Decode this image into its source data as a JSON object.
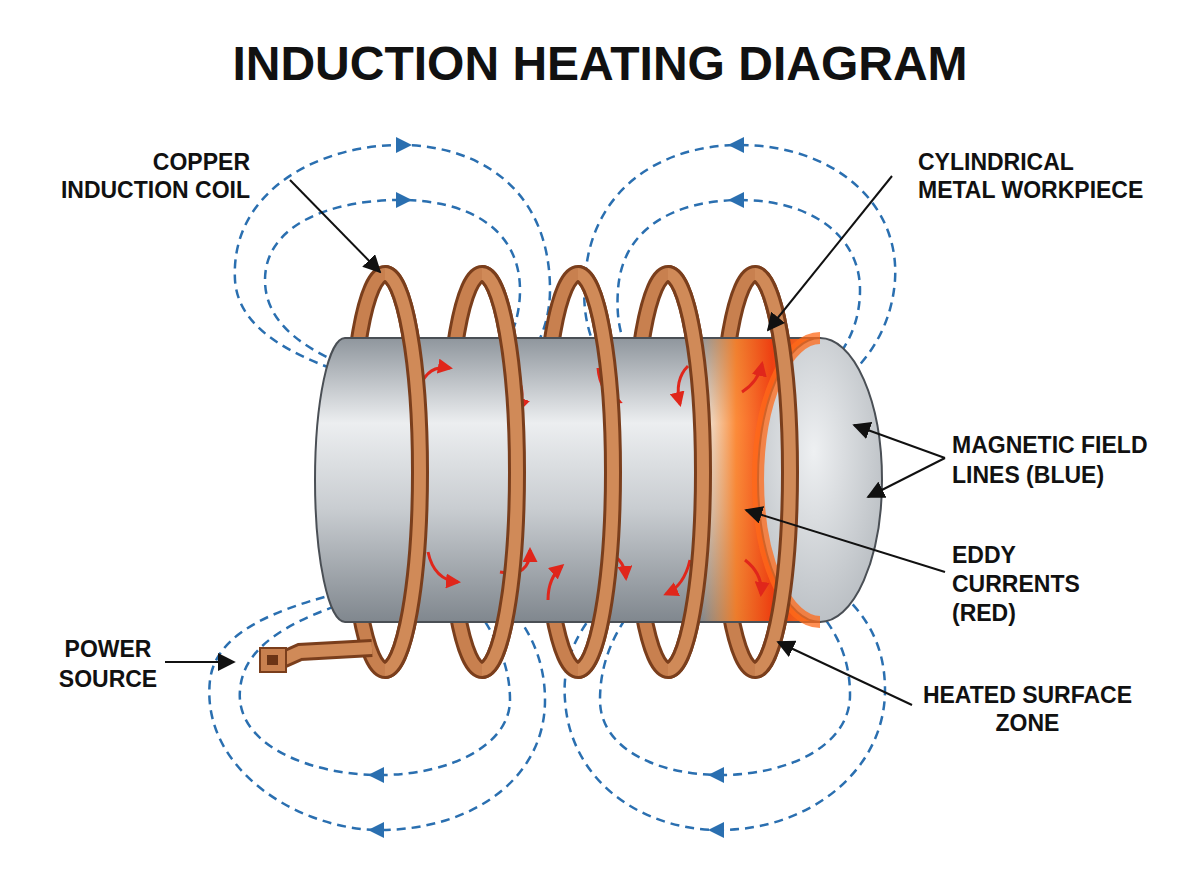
{
  "diagram": {
    "title": "INDUCTION HEATING DIAGRAM",
    "labels": [
      "COPPER INDUCTION COIL",
      "CYLINDRICAL METAL WORKPIECE",
      "MAGNETIC FIELD LINES (BLUE)",
      "EDDY CURRENTS (RED)",
      "POWER SOURCE",
      "HEATED SURFACE ZONE"
    ]
  }
}
